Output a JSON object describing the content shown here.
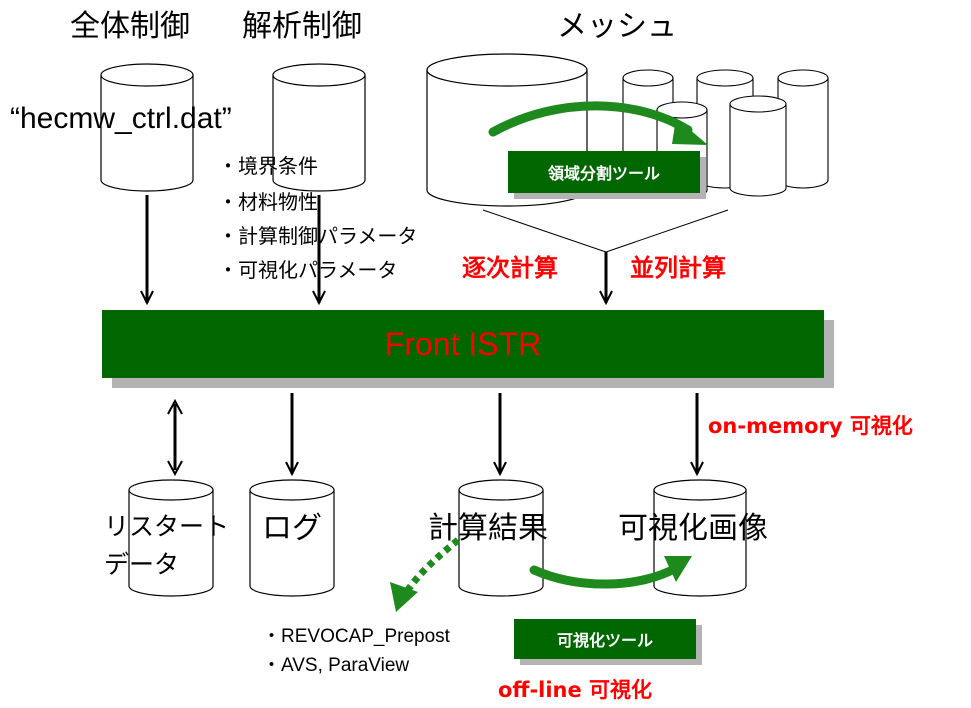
{
  "labels": {
    "overall_control": "全体制御",
    "analysis_control": "解析制御",
    "mesh": "メッシュ",
    "ctrl_file": "“hecmw_ctrl.dat”",
    "analysis_items": [
      "・境界条件",
      "・材料物性",
      "・計算制御パラメータ",
      "・可視化パラメータ"
    ],
    "sequential": "逐次計算",
    "parallel": "並列計算",
    "on_memory": "on-memory 可視化",
    "restart": [
      "リスタート",
      "データ"
    ],
    "log": "ログ",
    "results": "計算結果",
    "vis_image": "可視化画像",
    "tools": [
      "・REVOCAP_Prepost",
      "・AVS, ParaView"
    ],
    "offline": "off-line 可視化"
  },
  "main_bar": {
    "label": "Front ISTR"
  },
  "tools": {
    "partition_tool": "領域分割ツール",
    "vis_tool": "可視化ツール"
  },
  "colors": {
    "bar_fill": "#006600",
    "bar_shadow": "#b3b3b3",
    "bar_text": "#ff0000",
    "accent_red": "#ff0000",
    "arrow_green": "#1e8a1e",
    "tool_text": "#ffffff"
  }
}
